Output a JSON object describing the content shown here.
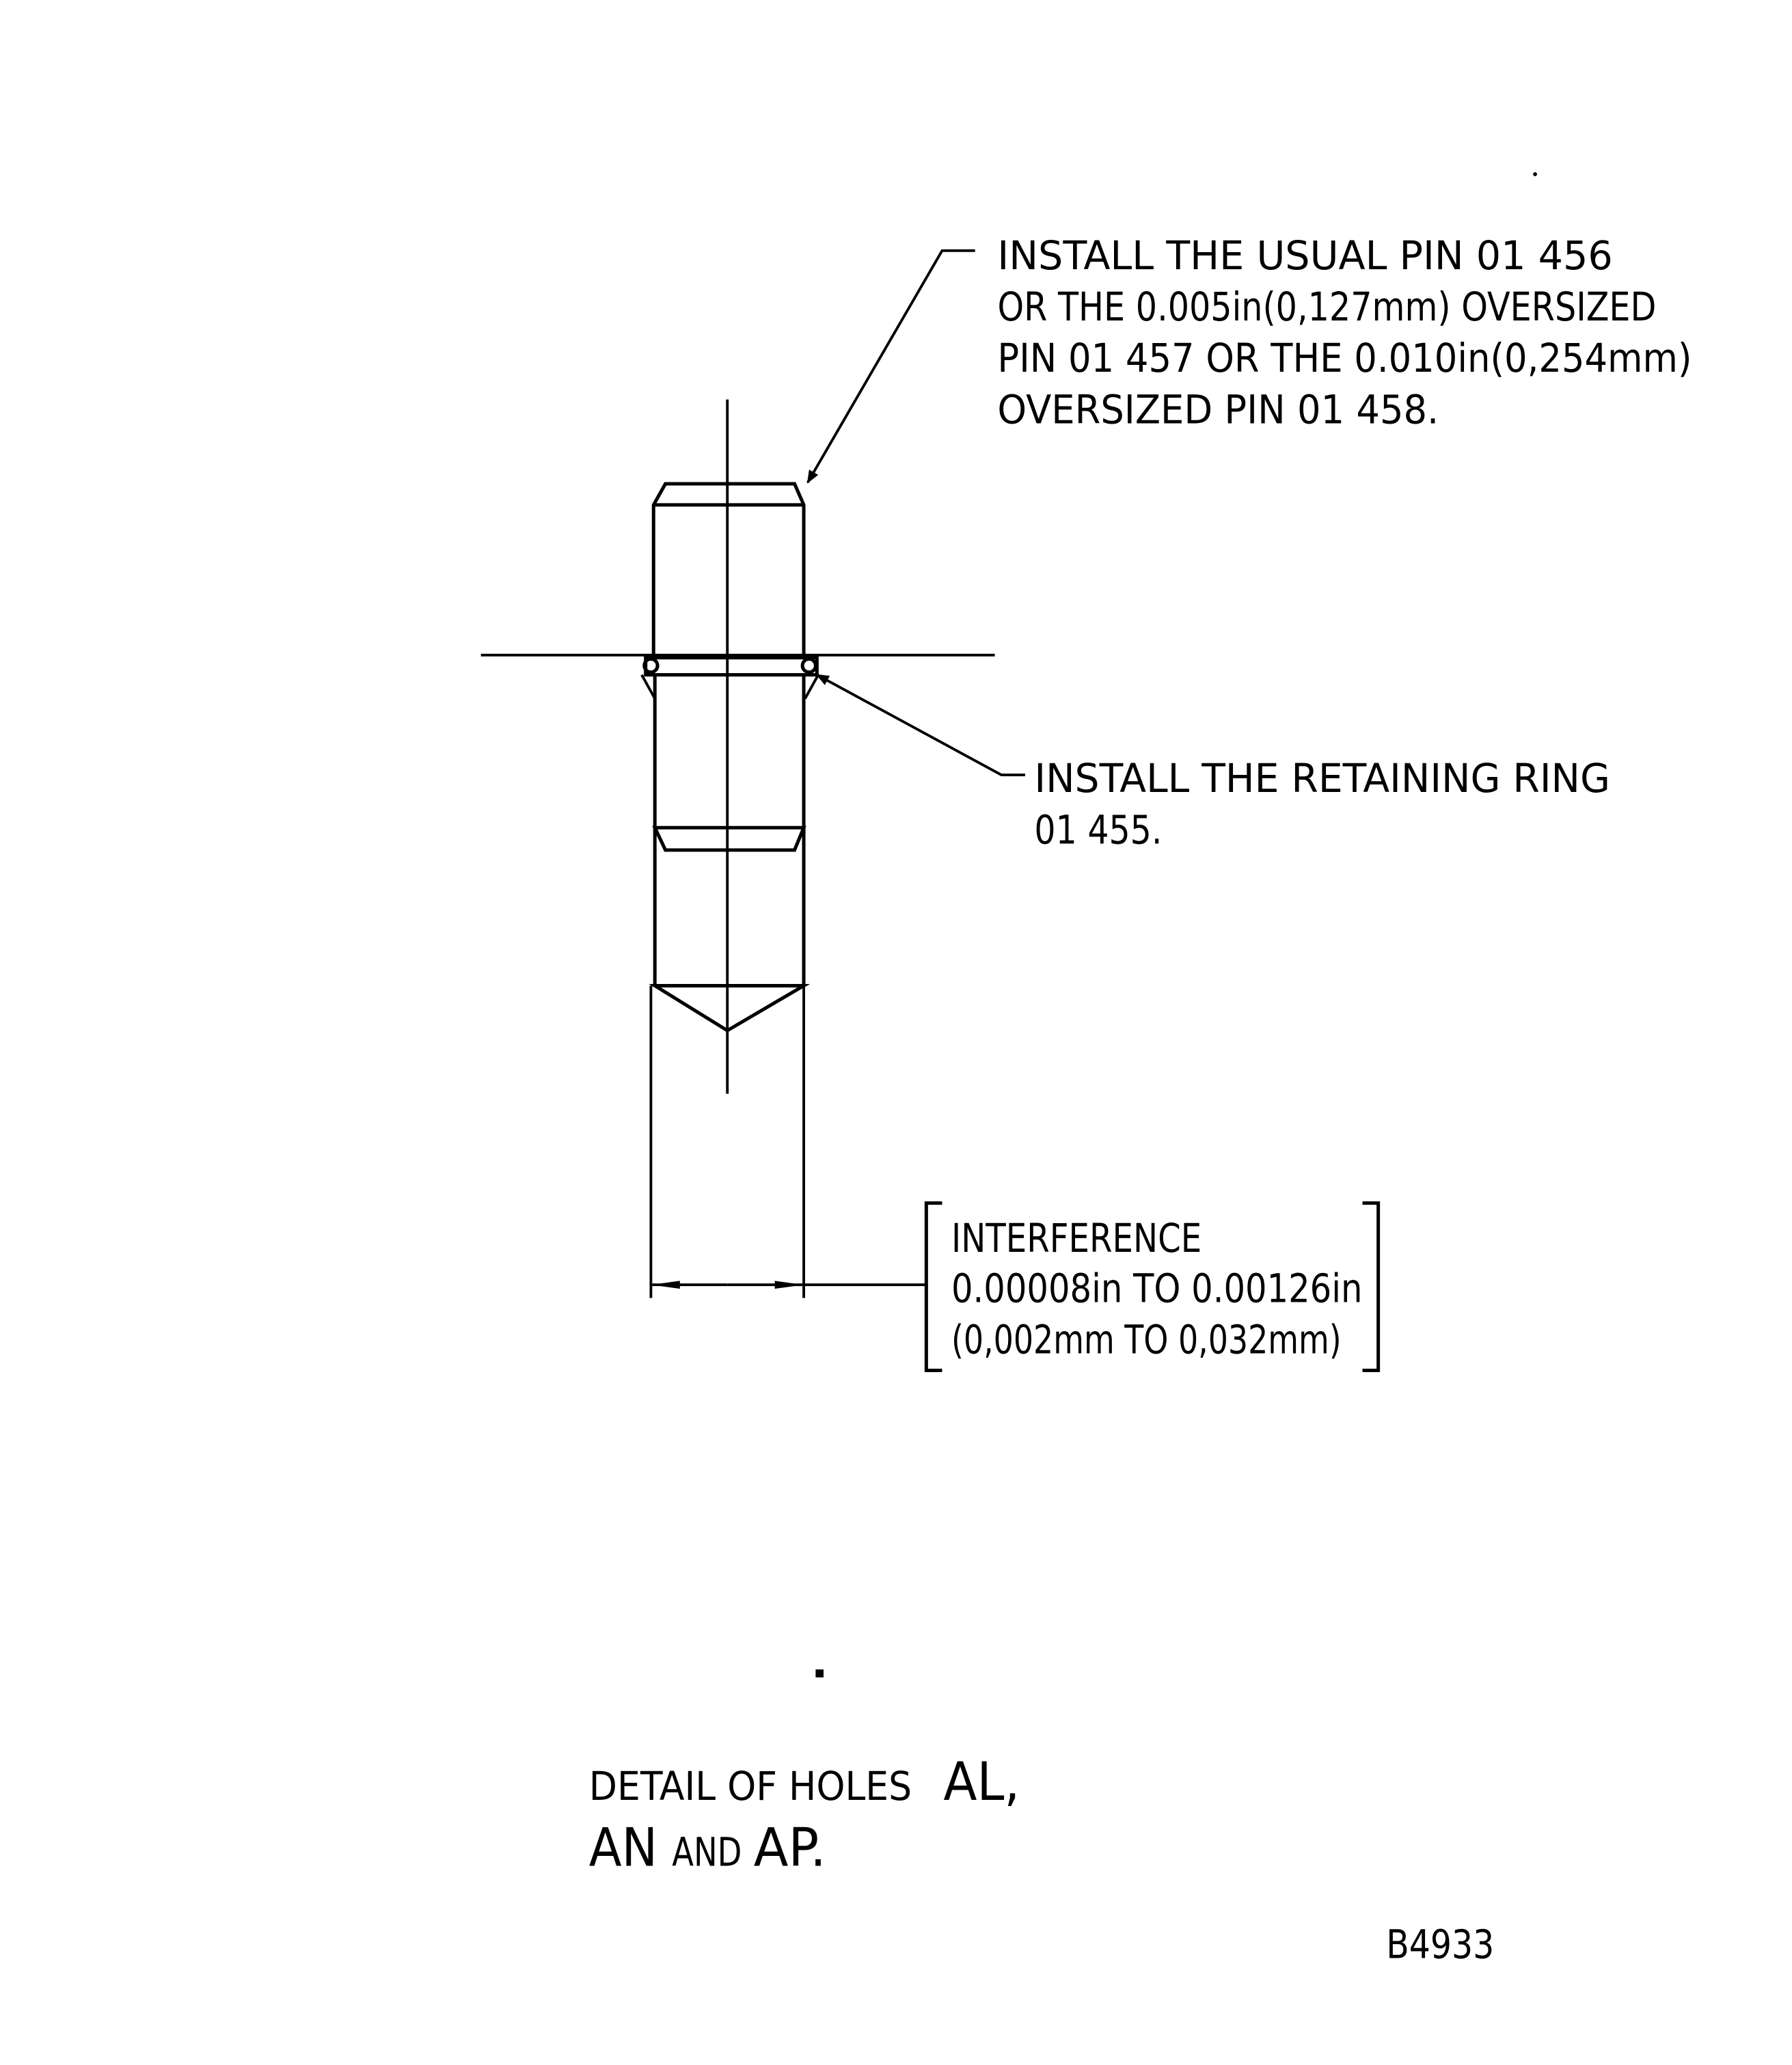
{
  "notes": {
    "pin_note": [
      "INSTALL  THE  USUAL  PIN  01 456",
      "OR  THE  0.005in(0,127mm)  OVERSIZED",
      "PIN  01  457  OR  THE  0.010in(0,254mm)",
      "OVERSIZED  PIN  01  458."
    ],
    "ring_note": [
      "INSTALL  THE  RETAINING  RING",
      "01  455."
    ],
    "interference_note": [
      "INTERFERENCE",
      "0.00008in  TO  0.00126in",
      "(0,002mm  TO  0,032mm)"
    ]
  },
  "caption": {
    "line1_small": "DETAIL  OF  HOLES",
    "line1_big": "AL,",
    "line2_big_a": "AN",
    "line2_small": "AND",
    "line2_big_b": "AP."
  },
  "figure_id": "B4933"
}
